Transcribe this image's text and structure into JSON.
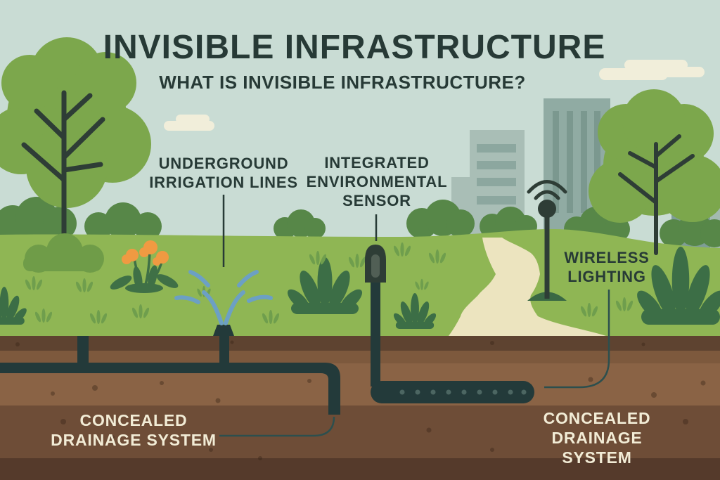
{
  "page": {
    "title": "INVISIBLE INFRASTRUCTURE",
    "subtitle": "WHAT IS INVISIBLE INFRASTRUCTURE?"
  },
  "callouts": {
    "irrigation": "UNDERGROUND\nIRRIGATION LINES",
    "sensor": "INTEGRATED\nENVIRONMENTAL\nSENSOR",
    "wireless": "WIRELESS\nLIGHTING",
    "drainage_left": "CONCEALED\nDRAINAGE SYSTEM",
    "drainage_right": "CONCEALED\nDRAINAGE SYSTEM"
  },
  "colors": {
    "sky": "#c9dcd4",
    "grass": "#8fb654",
    "path": "#ece4bf",
    "heading_text": "#273a36",
    "cream_text": "#f2ecd6",
    "tree_canopy": "#7ca74c",
    "dark_foliage": "#3c6e46",
    "horizon_bush": "#578748",
    "building_light": "#a9beb6",
    "building_tall": "#90aba3",
    "pipe_dark": "#233a3a",
    "water_blue": "#6ca0c4",
    "flower_orange": "#f09a42",
    "soil_top": "#5e4330",
    "soil_mid": "#8a6345",
    "soil_low": "#6e4d37",
    "soil_bottom": "#553a2b",
    "cloud": "#f1eeda"
  }
}
